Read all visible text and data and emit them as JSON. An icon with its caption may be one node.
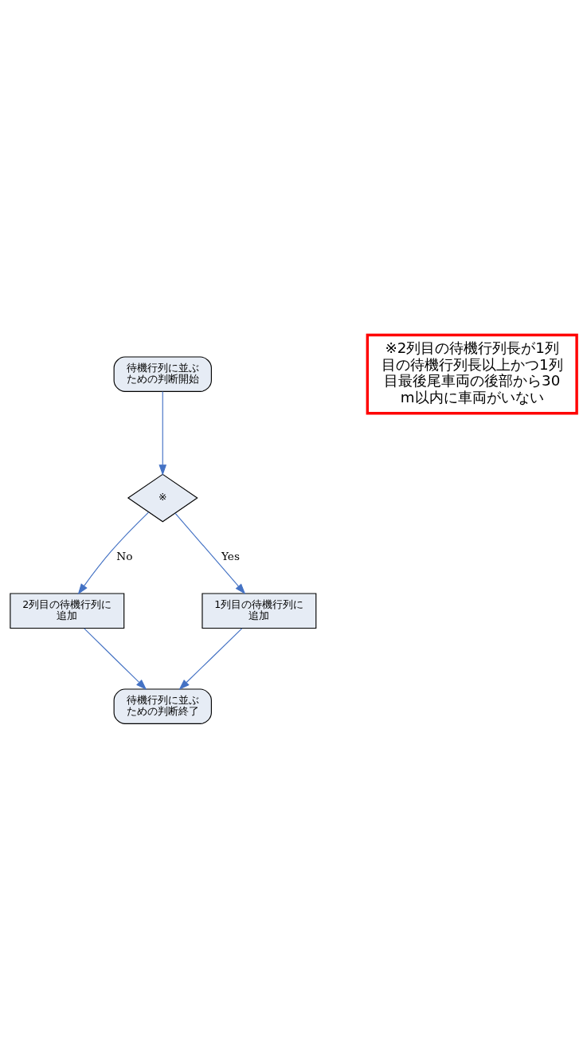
{
  "diagram": {
    "nodes": [
      {
        "text": [
          "待機行列に並ぶための判断開始"
        ]
      },
      {
        "text": [
          "※"
        ]
      },
      {
        "text": [
          "2列目の待機行列に追加"
        ]
      },
      {
        "text": [
          "1列目の待機行列に追加"
        ]
      },
      {
        "text": [
          "待機行列に並ぶための判断終了"
        ]
      },
      {
        "text": [
          "※2列目の待機行列長が1列目の待機行列長以上かつ1列目最後尾車両の後部から30m以内に車両がいない"
        ]
      }
    ],
    "edges": [
      {
        "from": 0,
        "to": 1,
        "arrow": "to"
      },
      {
        "from": 1,
        "to": 3,
        "arrow": "to",
        "label": "Yes"
      },
      {
        "from": 1,
        "to": 2,
        "arrow": "to",
        "label": "No"
      },
      {
        "from": 2,
        "to": 4,
        "arrow": "to"
      },
      {
        "from": 3,
        "to": 4,
        "arrow": "to"
      }
    ]
  }
}
